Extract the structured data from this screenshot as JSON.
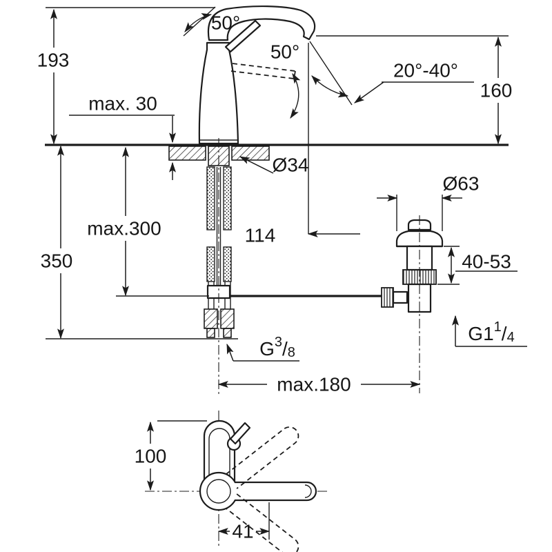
{
  "drawing": {
    "labels": {
      "dim_193": "193",
      "dim_max30": "max. 30",
      "angle_handle_swivel": "50°",
      "angle_handle_lift": "50°",
      "angle_spray": "20°-40°",
      "dim_160": "160",
      "dia_34": "Ø34",
      "dim_max300": "max.300",
      "dim_350": "350",
      "dim_114": "114",
      "dia_63": "Ø63",
      "dim_40_53": "40-53",
      "thread_g38": {
        "prefix": "G",
        "numerator": "3",
        "slash": "/",
        "denominator": "8"
      },
      "thread_g114": {
        "prefix": "G1",
        "numerator": "1",
        "slash": "/",
        "denominator": "4"
      },
      "dim_max180": "max.180",
      "dim_100": "100",
      "dim_41": "41"
    },
    "colors": {
      "line": "#1c1c1c",
      "background": "#ffffff"
    }
  }
}
